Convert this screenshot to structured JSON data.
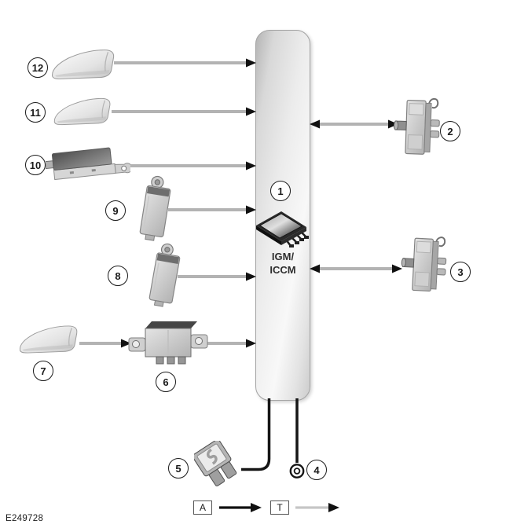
{
  "figure": {
    "id": "E249728"
  },
  "module_block": {
    "callout": "1",
    "label_line1": "IGM/",
    "label_line2": "ICCM",
    "icon": "integrated-circuit-chip-icon"
  },
  "callouts": {
    "c1": "1",
    "c2": "2",
    "c3": "3",
    "c4": "4",
    "c5": "5",
    "c6": "6",
    "c7": "7",
    "c8": "8",
    "c9": "9",
    "c10": "10",
    "c11": "11",
    "c12": "12"
  },
  "icons": {
    "1": "integrated-circuit-chip-icon",
    "2": "connector-module-icon",
    "3": "connector-module-icon",
    "4": "ring-terminal-icon",
    "5": "fuse-icon",
    "6": "amplifier-module-icon",
    "7": "shark-fin-antenna-icon",
    "8": "small-module-icon",
    "9": "small-module-icon",
    "10": "antenna-amplifier-bracket-icon",
    "11": "shark-fin-antenna-icon",
    "12": "shark-fin-antenna-icon"
  },
  "legend": {
    "items": [
      {
        "label": "A",
        "line_style": "solid-black-arrow"
      },
      {
        "label": "T",
        "line_style": "solid-gray-arrow"
      }
    ]
  },
  "colors": {
    "background": "#ffffff",
    "arrow_line": "#b3b3b3",
    "arrowhead": "#111111",
    "wire": "#151515",
    "legend_gray_line": "#c6c6c6",
    "block_border": "#a3a3a3"
  }
}
